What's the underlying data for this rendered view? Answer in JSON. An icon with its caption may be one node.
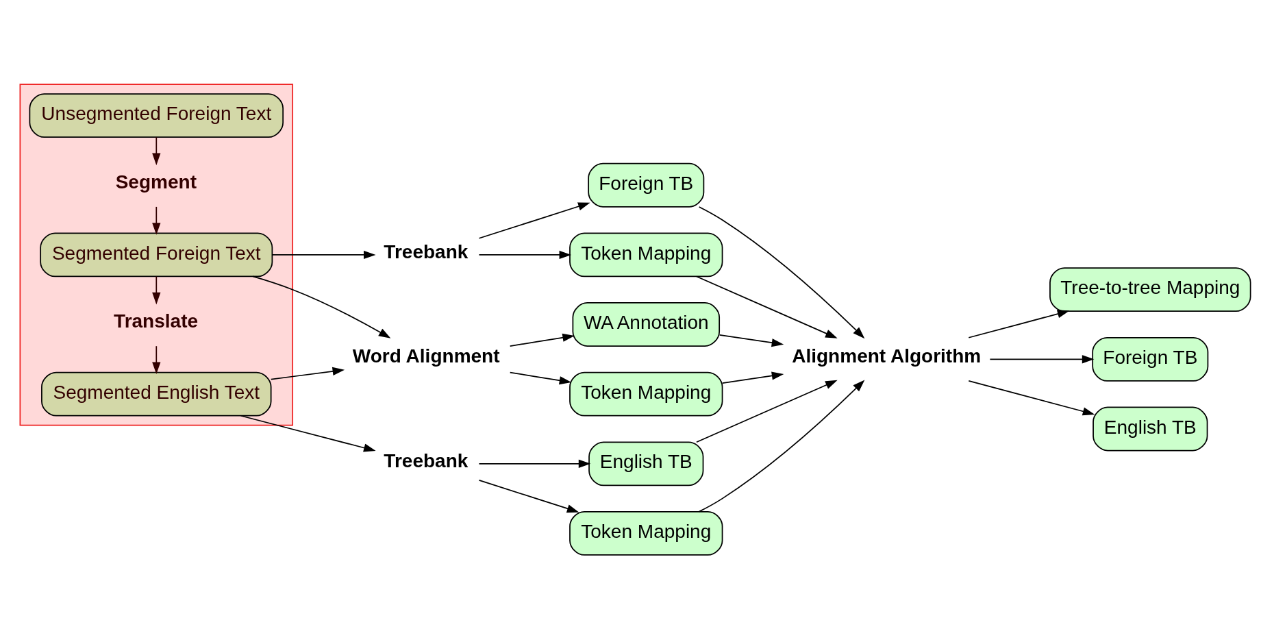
{
  "diagram": {
    "nodes": [
      {
        "text": [],
        "shape": "box"
      },
      {
        "text": [
          "Unsegmented Foreign Text"
        ],
        "in": 0
      },
      {
        "text": [
          "Segment"
        ],
        "in": 0
      },
      {
        "text": [
          "Segmented Foreign Text"
        ],
        "in": 0
      },
      {
        "text": [
          "Translate"
        ],
        "in": 0
      },
      {
        "text": [
          "Segmented English Text"
        ],
        "in": 0
      },
      {
        "text": [
          "Treebank"
        ]
      },
      {
        "text": [
          "Foreign TB"
        ]
      },
      {
        "text": [
          "Token Mapping"
        ]
      },
      {
        "text": [
          "Word Alignment"
        ]
      },
      {
        "text": [
          "WA Annotation"
        ]
      },
      {
        "text": [
          "Token Mapping"
        ]
      },
      {
        "text": [
          "Treebank"
        ]
      },
      {
        "text": [
          "English TB"
        ]
      },
      {
        "text": [
          "Token Mapping"
        ]
      },
      {
        "text": [
          "Alignment Algorithm"
        ]
      },
      {
        "text": [
          "Tree-to-tree Mapping"
        ]
      },
      {
        "text": [
          "Foreign TB"
        ]
      },
      {
        "text": [
          "English TB"
        ]
      }
    ],
    "edges": [
      {
        "from": 1,
        "to": 2,
        "arrow": "to"
      },
      {
        "from": 2,
        "to": 3,
        "arrow": "to"
      },
      {
        "from": 3,
        "to": 4,
        "arrow": "to"
      },
      {
        "from": 4,
        "to": 5,
        "arrow": "to"
      },
      {
        "from": 3,
        "to": 6,
        "arrow": "to"
      },
      {
        "from": 3,
        "to": 9,
        "arrow": "to"
      },
      {
        "from": 5,
        "to": 9,
        "arrow": "to"
      },
      {
        "from": 5,
        "to": 12,
        "arrow": "to"
      },
      {
        "from": 6,
        "to": 7,
        "arrow": "to"
      },
      {
        "from": 6,
        "to": 8,
        "arrow": "to"
      },
      {
        "from": 9,
        "to": 10,
        "arrow": "to"
      },
      {
        "from": 9,
        "to": 11,
        "arrow": "to"
      },
      {
        "from": 12,
        "to": 13,
        "arrow": "to"
      },
      {
        "from": 12,
        "to": 14,
        "arrow": "to"
      },
      {
        "from": 7,
        "to": 15,
        "arrow": "to"
      },
      {
        "from": 8,
        "to": 15,
        "arrow": "to"
      },
      {
        "from": 10,
        "to": 15,
        "arrow": "to"
      },
      {
        "from": 11,
        "to": 15,
        "arrow": "to"
      },
      {
        "from": 13,
        "to": 15,
        "arrow": "to"
      },
      {
        "from": 14,
        "to": 15,
        "arrow": "to"
      },
      {
        "from": 15,
        "to": 16,
        "arrow": "to"
      },
      {
        "from": 15,
        "to": 17,
        "arrow": "to"
      },
      {
        "from": 15,
        "to": 18,
        "arrow": "to"
      }
    ]
  }
}
